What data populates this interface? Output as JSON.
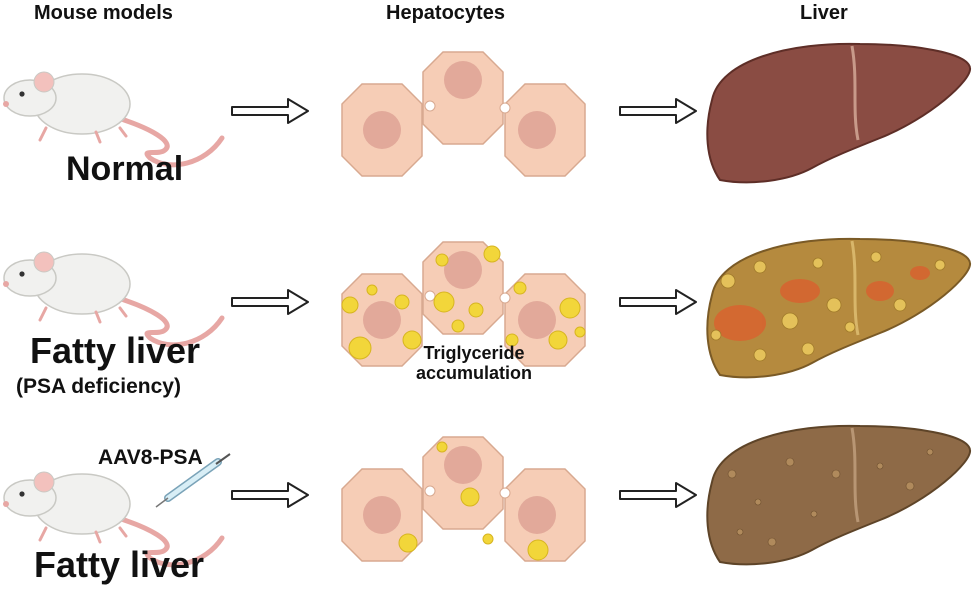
{
  "headers": {
    "mouse_models": "Mouse models",
    "hepatocytes": "Hepatocytes",
    "liver": "Liver"
  },
  "rows": [
    {
      "condition": "Normal",
      "subtitle": "",
      "injection_label": "",
      "cell_annotation": "",
      "liver_color": "#8a4c43",
      "lipid_level": "none"
    },
    {
      "condition": "Fatty liver",
      "subtitle": "(PSA deficiency)",
      "injection_label": "",
      "cell_annotation": "Triglyceride accumulation",
      "liver_color": "#b58a3e",
      "lipid_level": "high"
    },
    {
      "condition": "Fatty liver",
      "subtitle": "",
      "injection_label": "AAV8-PSA",
      "cell_annotation": "",
      "liver_color": "#8e6a47",
      "lipid_level": "low"
    }
  ],
  "colors": {
    "cell_fill": "#f6cdb6",
    "nucleus": "#e2a99a",
    "lipid": "#f2d63a",
    "mouse_body": "#f1f1ef",
    "tail": "#e7a7a4"
  }
}
